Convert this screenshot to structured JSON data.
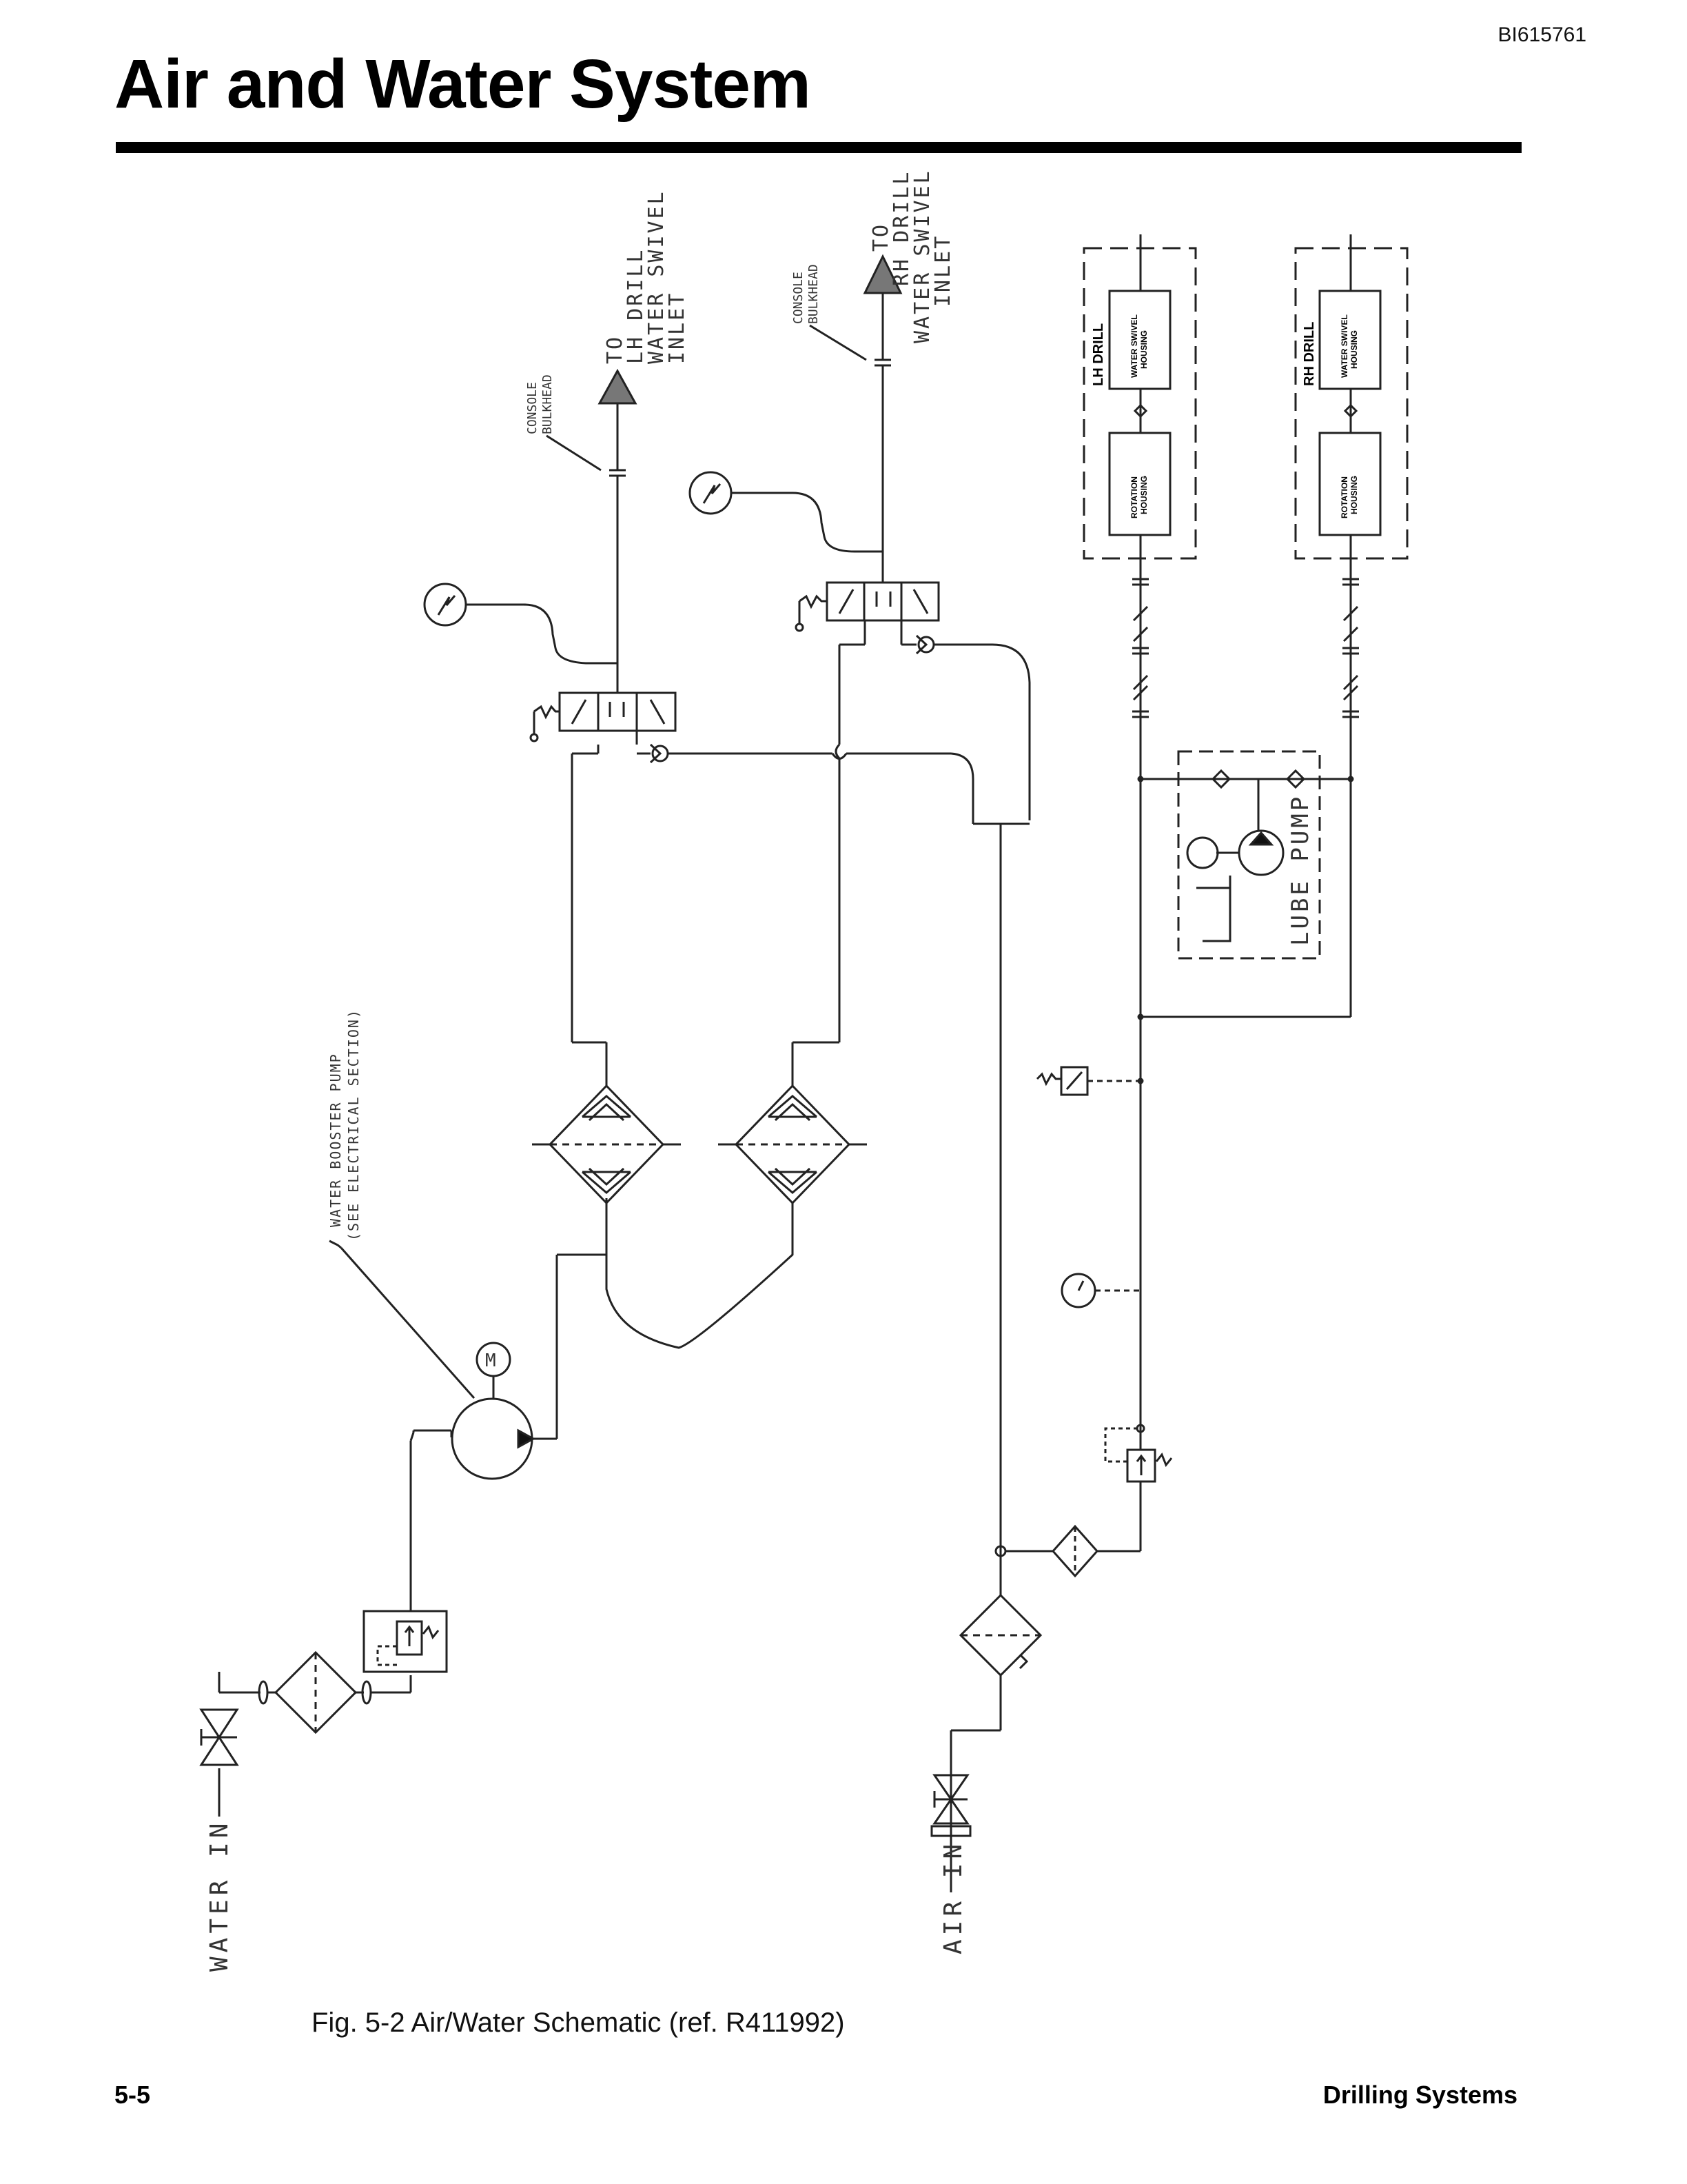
{
  "header": {
    "doc_id": "BI615761",
    "title": "Air and Water System"
  },
  "diagram": {
    "water_in": "WATER IN",
    "air_in": "AIR IN",
    "booster_pump": [
      "WATER BOOSTER PUMP",
      "(SEE ELECTRICAL SECTION)"
    ],
    "motor": "M",
    "lh_bulkhead": [
      "CONSOLE",
      "BULKHEAD"
    ],
    "rh_bulkhead": [
      "CONSOLE",
      "BULKHEAD"
    ],
    "lh_dest": [
      "TO",
      "LH DRILL",
      "WATER SWIVEL",
      "INLET"
    ],
    "rh_dest": [
      "TO",
      "RH DRILL",
      "WATER SWIVEL",
      "INLET"
    ],
    "lh_drill": "LH DRILL",
    "rh_drill": "RH DRILL",
    "water_swivel_housing": [
      "WATER SWIVEL",
      "HOUSING"
    ],
    "rotation_housing": [
      "ROTATION",
      "HOUSING"
    ],
    "lube_pump": "LUBE PUMP"
  },
  "caption": "Fig. 5-2  Air/Water Schematic (ref. R411992)",
  "footer": {
    "page": "5-5",
    "section": "Drilling Systems"
  }
}
